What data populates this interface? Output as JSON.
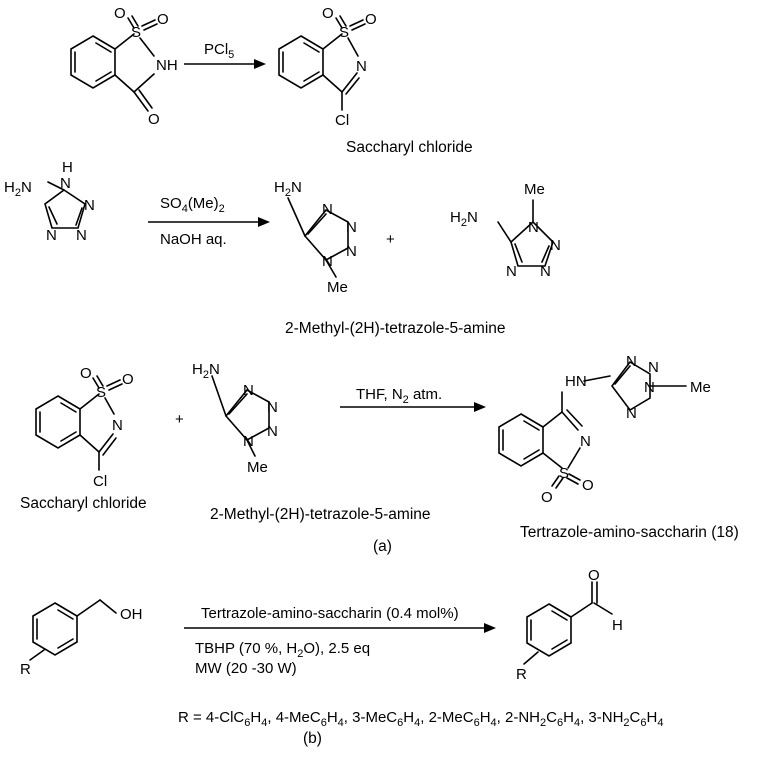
{
  "scheme1": {
    "reagent": "PCl",
    "reagent_sub": "5",
    "product_name": "Saccharyl chloride"
  },
  "scheme2": {
    "reagent_line1": "SO",
    "reagent_line1_sub": "4",
    "reagent_line1_rest": "(Me)",
    "reagent_line1_sub2": "2",
    "reagent_line2": "NaOH aq.",
    "plus": "+",
    "product_name": "2-Methyl-(2H)-tetrazole-5-amine"
  },
  "scheme3": {
    "condition": "THF, N",
    "condition_sub": "2",
    "condition_rest": " atm.",
    "plus": "+",
    "reactant1_name": "Saccharyl chloride",
    "reactant2_name": "2-Methyl-(2H)-tetrazole-5-amine",
    "product_name": "Tertrazole-amino-saccharin (18)",
    "panel_label": "(a)"
  },
  "scheme4": {
    "catalyst": "Tertrazole-amino-saccharin (0.4 mol%)",
    "oxidant": "TBHP (70 %, H",
    "oxidant_sub": "2",
    "oxidant_rest": "O), 2.5 eq",
    "microwave": "MW (20 -30 W)",
    "r_groups": "R = 4-ClC6H4, 4-MeC6H4, 3-MeC6H4, 2-MeC6H4, 2-NH2C6H4, 3-NH2C6H4",
    "panel_label": "(b)"
  },
  "atoms": {
    "S": "S",
    "O": "O",
    "N": "N",
    "NH": "NH",
    "H": "H",
    "Cl": "Cl",
    "Me": "Me",
    "H2N": "H2N",
    "HN": "HN",
    "OH": "OH",
    "R": "R"
  }
}
